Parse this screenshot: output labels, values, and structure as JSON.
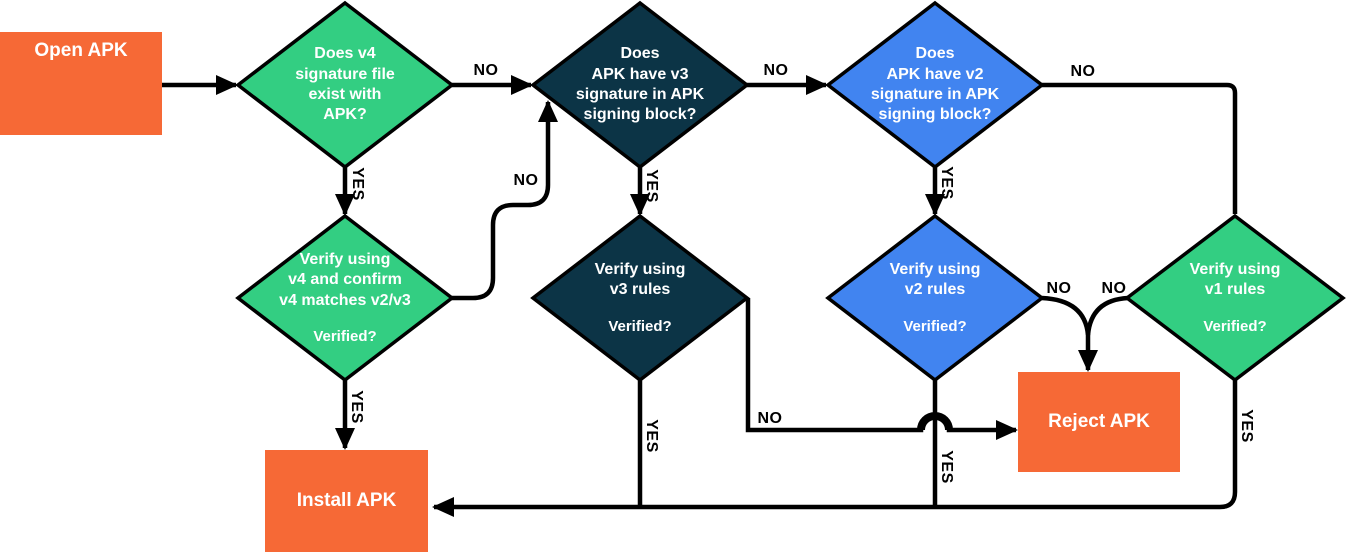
{
  "colors": {
    "orange": "#F66936",
    "green": "#33CE82",
    "navy": "#0C3446",
    "blue": "#4184F0",
    "line": "#000000",
    "text_on_shape": "#FFFFFF"
  },
  "nodes": {
    "open_apk": {
      "label": "Open APK"
    },
    "v4_exists": {
      "label": "Does v4\nsignature file\nexist with\nAPK?"
    },
    "v3_exists": {
      "label": "Does\nAPK have v3\nsignature in APK\nsigning block?"
    },
    "v2_exists": {
      "label": "Does\nAPK have v2\nsignature in APK\nsigning block?"
    },
    "v4_verify": {
      "label": "Verify using\nv4 and confirm\nv4 matches v2/v3",
      "sublabel": "Verified?"
    },
    "v3_verify": {
      "label": "Verify using\nv3 rules",
      "sublabel": "Verified?"
    },
    "v2_verify": {
      "label": "Verify using\nv2 rules",
      "sublabel": "Verified?"
    },
    "v1_verify": {
      "label": "Verify using\nv1 rules",
      "sublabel": "Verified?"
    },
    "install_apk": {
      "label": "Install APK"
    },
    "reject_apk": {
      "label": "Reject APK"
    }
  },
  "edges": {
    "v4exists_no": "NO",
    "v4exists_yes": "YES",
    "v3exists_no": "NO",
    "v3exists_yes": "YES",
    "v2exists_no": "NO",
    "v2exists_yes": "YES",
    "v4verify_no": "NO",
    "v4verify_yes": "YES",
    "v3verify_no": "NO",
    "v3verify_yes": "YES",
    "v2verify_no": "NO",
    "v2verify_yes": "YES",
    "v1verify_no": "NO",
    "v1verify_yes": "YES"
  }
}
